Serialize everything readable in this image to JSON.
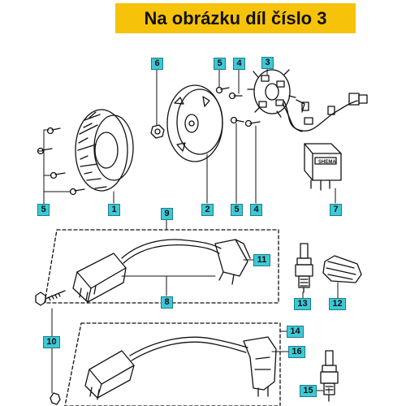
{
  "banner": {
    "text": "Na obrázku díl číslo 3"
  },
  "callouts": {
    "c6": "6",
    "c5a": "5",
    "c4a": "4",
    "c3": "3",
    "c5b": "5",
    "c1": "1",
    "c2": "2",
    "c5c": "5",
    "c4b": "4",
    "c7": "7",
    "c9": "9",
    "c11": "11",
    "c8": "8",
    "c13": "13",
    "c12": "12",
    "c10": "10",
    "c14": "14",
    "c16": "16",
    "c15": "15"
  },
  "brand_label": "SHEMA",
  "colors": {
    "banner": "#f7c20a",
    "callout": "#3ec9d6",
    "line": "#111111"
  }
}
